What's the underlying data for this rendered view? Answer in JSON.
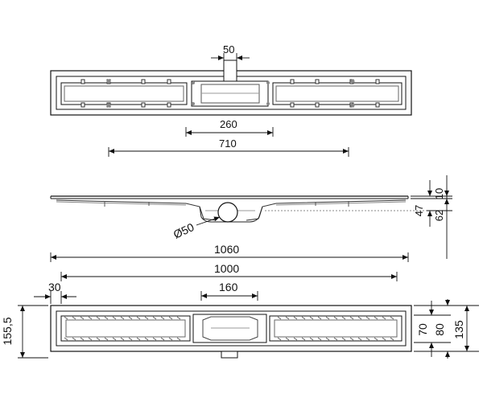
{
  "drawing": {
    "views": [
      "top-view",
      "side-view",
      "bottom-view"
    ],
    "dimensions": {
      "outlet_width": "50",
      "center_span": "260",
      "tray_span": "710",
      "outlet_diameter": "Ø50",
      "dim_47": "47",
      "dim_62": "62",
      "dim_10": "10",
      "overall_length": "1060",
      "channel_length": "1000",
      "flange_width": "30",
      "sump_width": "160",
      "overall_width": "155,5",
      "inner_width": "70",
      "channel_width": "80",
      "total_width": "135"
    }
  },
  "colors": {
    "line": "#111111",
    "hidden": "#777777",
    "background": "#ffffff"
  }
}
